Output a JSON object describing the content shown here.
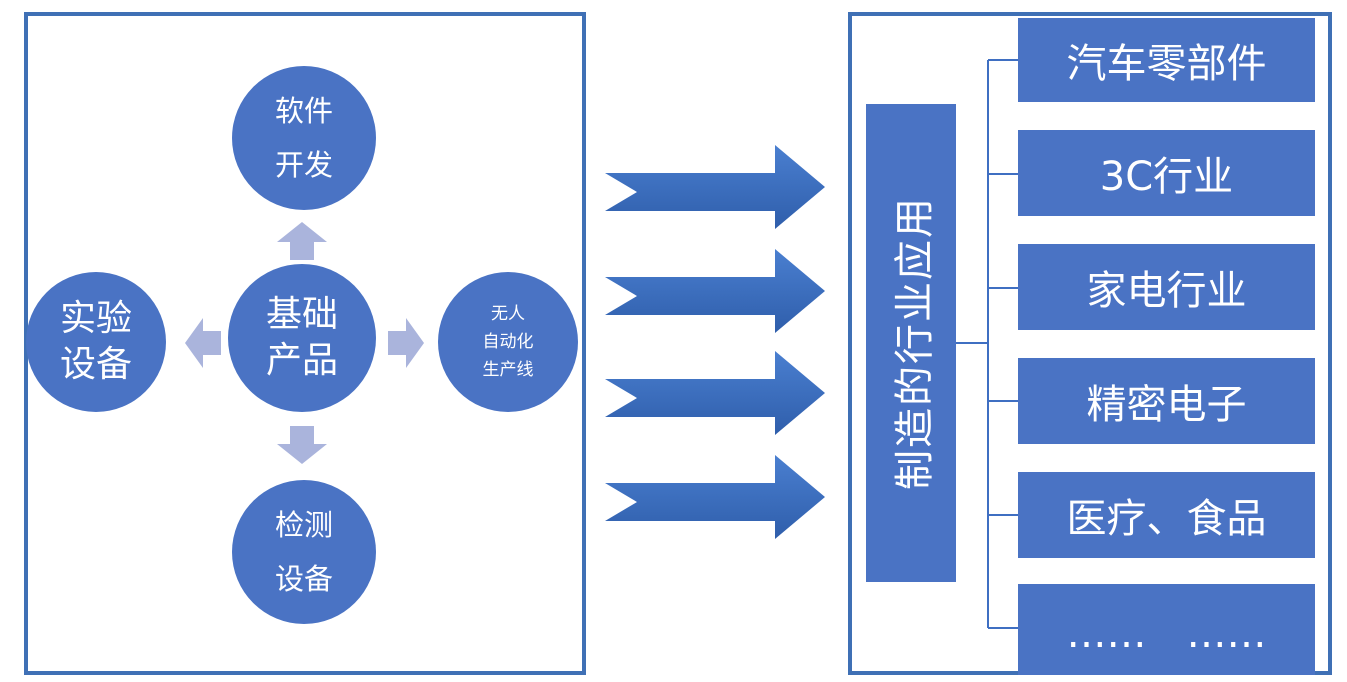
{
  "foundation": {
    "center": [
      "基础",
      "产品"
    ],
    "top": [
      "软件",
      "开发"
    ],
    "bottom": [
      "检测",
      "设备"
    ],
    "left": [
      "实验",
      "设备"
    ],
    "right": [
      "无人",
      "自动化",
      "生产线"
    ]
  },
  "application": {
    "title": "制造的行业应用",
    "industries": [
      "汽车零部件",
      "3C行业",
      "家电行业",
      "精密电子",
      "医疗、食品",
      "……　……"
    ]
  },
  "colors": {
    "border": "#3f70b5",
    "circle": "#4a73c4",
    "box": "#4a73c4",
    "small_arrow": "#aab4dc",
    "big_arrow": "#3f6fc2",
    "connector": "#3f6fc2"
  }
}
